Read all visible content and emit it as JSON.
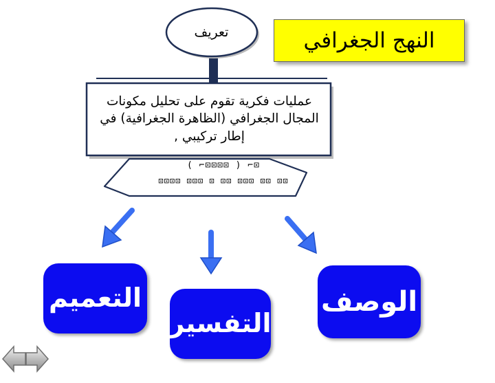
{
  "title": "النهج الجغرافي",
  "definition_label": "تعريف",
  "definition_text": "عمليات فكرية تقوم على تحليل مكونات المجال الجغرافي (الظاهرة الجغرافية) في إطار تركيبي ,",
  "garbled_lines": [
    "( ⌐⊡⊡⊡⊡ ) ⌐⊡",
    "⊡⊡⊡⊡ ⊡⊡⊡ ⊡ ⊡⊡ ⊡⊡⊡ ⊡⊡ ⊡⊡"
  ],
  "boxes": {
    "generalize": "التعميم",
    "interpret": "التفسير",
    "describe": "الوصف"
  },
  "colors": {
    "title_bg": "#ffff00",
    "box_blue": "#0c0cf0",
    "arrow_blue": "#3a6ff2",
    "stroke": "#1f2f55"
  },
  "icons": [
    "back-arrow-icon",
    "forward-arrow-icon"
  ]
}
